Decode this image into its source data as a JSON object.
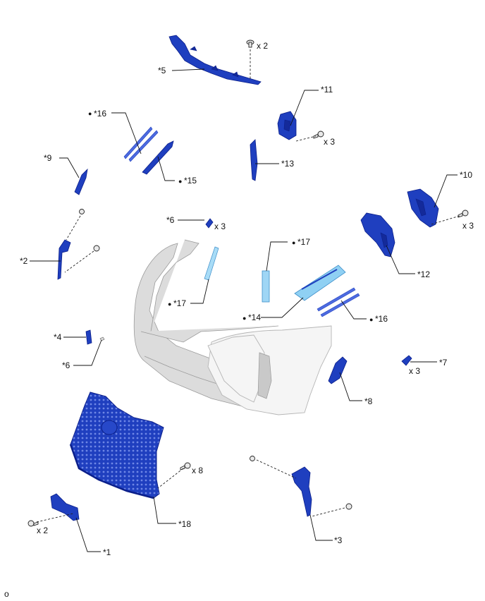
{
  "labels": {
    "p1": "*1",
    "p2": "*2",
    "p3": "*3",
    "p4": "*4",
    "p5": "*5",
    "p6a": "*6",
    "p6b": "*6",
    "p7": "*7",
    "p8": "*8",
    "p9": "*9",
    "p10": "*10",
    "p11": "*11",
    "p12": "*12",
    "p13": "*13",
    "p14": "*14",
    "p15": "*15",
    "p16a": "*16",
    "p16b": "*16",
    "p17a": "*17",
    "p17b": "*17",
    "p18": "*18"
  },
  "quantities": {
    "q5": "x 2",
    "q11": "x 3",
    "q10": "x 3",
    "q6": "x 3",
    "q7": "x 3",
    "q18": "x 8",
    "q1": "x 2"
  },
  "bullet": "●",
  "footer_code": "o",
  "colors": {
    "part_blue": "#1f3fbf",
    "part_light_blue": "#8fd0f3",
    "bumper_white": "#f5f5f5",
    "bumper_grey": "#dcdcdc"
  }
}
